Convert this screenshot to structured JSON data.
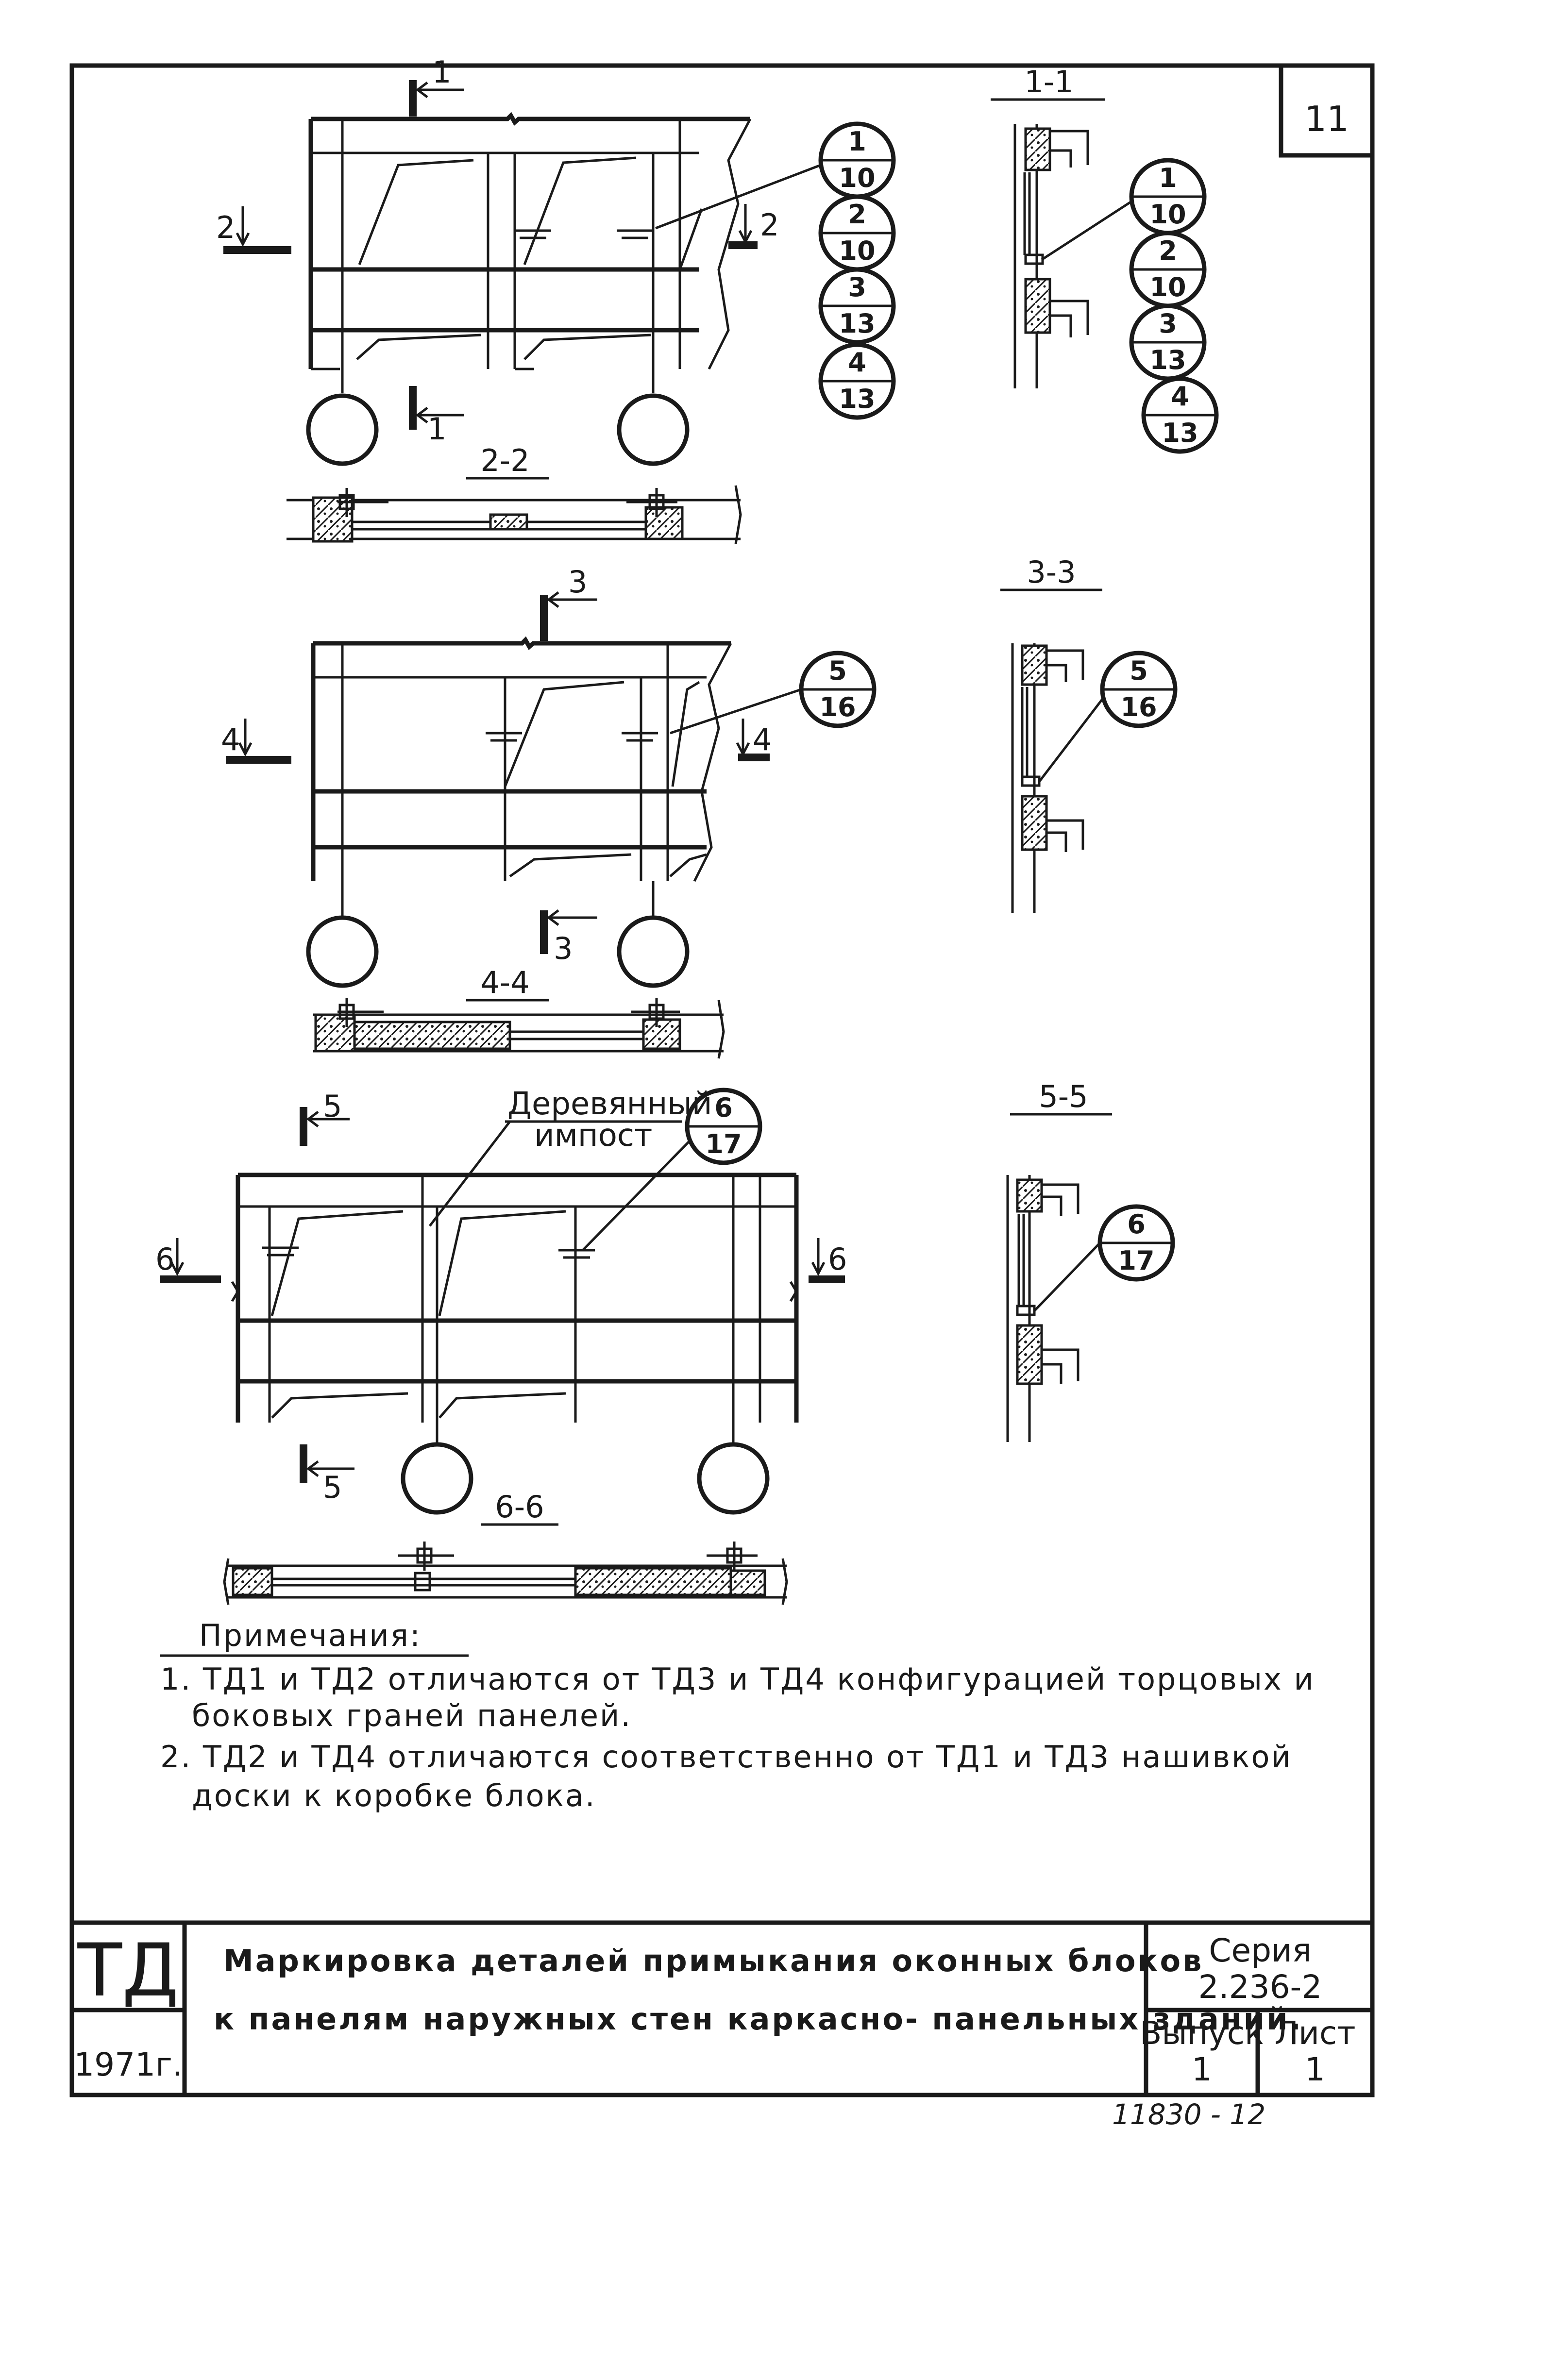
{
  "sheet_number": "11",
  "sections": {
    "s1": "1-1",
    "s2": "2-2",
    "s3": "3-3",
    "s4": "4-4",
    "s5": "5-5",
    "s6": "6-6"
  },
  "cut_marks": {
    "c1": "1",
    "c2": "2",
    "c3": "3",
    "c4": "4",
    "c5": "5",
    "c6": "6"
  },
  "callouts": {
    "c1": {
      "top": "1",
      "bottom": "10"
    },
    "c2": {
      "top": "2",
      "bottom": "10"
    },
    "c3": {
      "top": "3",
      "bottom": "13"
    },
    "c4": {
      "top": "4",
      "bottom": "13"
    },
    "c5": {
      "top": "5",
      "bottom": "16"
    },
    "c6": {
      "top": "6",
      "bottom": "17"
    }
  },
  "impost_label": {
    "line1": "Деревянный",
    "line2": "импост"
  },
  "notes": {
    "heading": "Примечания:",
    "n1_line1": "1. ТД1 и ТД2  отличаются  от ТД3 и ТД4  конфигурацией торцовых и",
    "n1_line2": "боковых граней панелей.",
    "n2_line1": "2. ТД2 и ТД4  отличаются    соответственно   от  ТД1   и ТД3 нашивкой",
    "n2_line2": "доски  к коробке  блока."
  },
  "title_block": {
    "code": "ТД",
    "year": "1971г.",
    "title_line1": "Маркировка  деталей  примыкания  оконных  блоков",
    "title_line2": "к панелям  наружных стен  каркасно- панельных  зданий.",
    "series_label": "Серия",
    "series_value": "2.236-2",
    "issue_label": "Выпуск",
    "issue_value": "1",
    "sheet_label": "Лист",
    "sheet_value": "1"
  },
  "archive_number": "11830 - 12"
}
